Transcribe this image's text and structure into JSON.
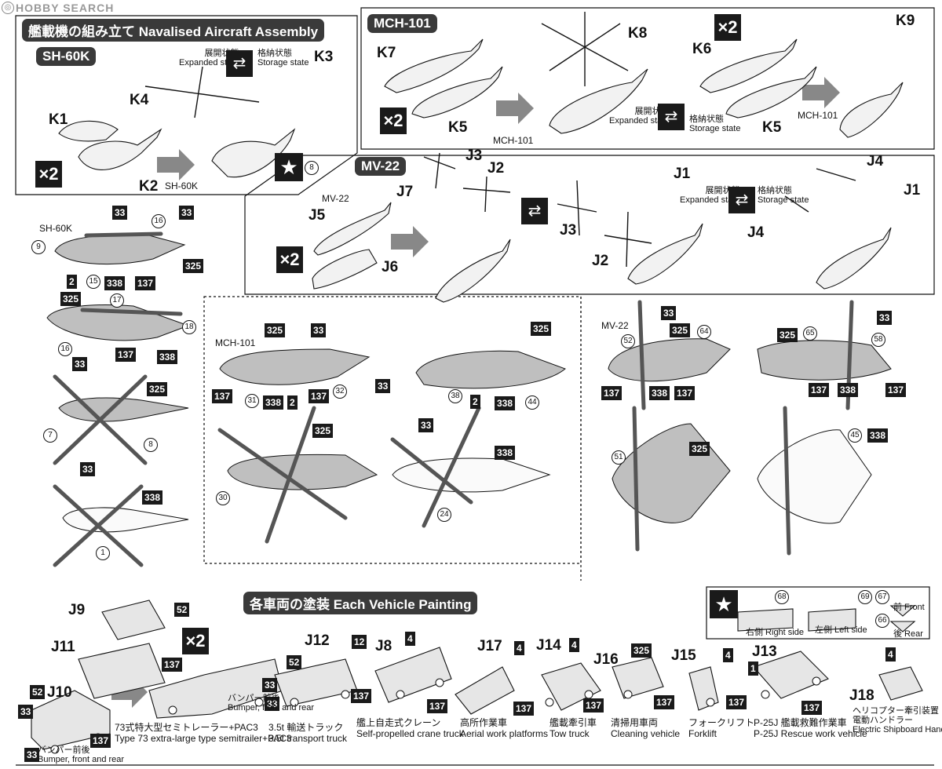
{
  "header": {
    "brand": "HOBBY SEARCH"
  },
  "sections": {
    "navalised": "艦載機の組み立て Navalised Aircraft Assembly",
    "sh60k": "SH-60K",
    "mch101": "MCH-101",
    "mv22": "MV-22",
    "vehicle": "各車両の塗装 Each Vehicle Painting"
  },
  "states": {
    "expanded_jp": "展開状態",
    "expanded_en": "Expanded state",
    "storage_jp": "格納状態",
    "storage_en": "Storage state"
  },
  "parts": {
    "k1": "K1",
    "k2": "K2",
    "k3": "K3",
    "k4": "K4",
    "k5": "K5",
    "k6": "K6",
    "k7": "K7",
    "k8": "K8",
    "k9": "K9",
    "j1": "J1",
    "j2": "J2",
    "j3": "J3",
    "j4": "J4",
    "j5": "J5",
    "j6": "J6",
    "j7": "J7",
    "j8": "J8",
    "j9": "J9",
    "j10": "J10",
    "j11": "J11",
    "j12": "J12",
    "j13": "J13",
    "j14": "J14",
    "j15": "J15",
    "j16": "J16",
    "j17": "J17",
    "j18": "J18"
  },
  "aircraft": {
    "sh60k": "SH-60K",
    "mch101": "MCH-101",
    "mv22": "MV-22"
  },
  "multiplier": "×2",
  "paint_codes": {
    "p2": "2",
    "p4": "4",
    "p1": "1",
    "p12": "12",
    "p33": "33",
    "p52": "52",
    "p137": "137",
    "p325": "325",
    "p338": "338"
  },
  "decal_numbers": {
    "d1": "1",
    "d7": "7",
    "d8": "8",
    "d9": "9",
    "d15": "15",
    "d16": "16",
    "d17": "17",
    "d18": "18",
    "d24": "24",
    "d30": "30",
    "d31": "31",
    "d32": "32",
    "d38": "38",
    "d44": "44",
    "d45": "45",
    "d51": "51",
    "d52": "52",
    "d58": "58",
    "d64": "64",
    "d65": "65",
    "d66": "66",
    "d67": "67",
    "d68": "68",
    "d69": "69"
  },
  "vehicles": {
    "semitrailer_jp": "73式特大型セミトレーラー+PAC3",
    "semitrailer_en": "Type 73 extra-large type semitrailer+PAC3",
    "truck_jp": "3.5t 輸送トラック",
    "truck_en": "3.5t transport truck",
    "crane_jp": "艦上自走式クレーン",
    "crane_en": "Self-propelled crane truck",
    "aerial_jp": "高所作業車",
    "aerial_en": "Aerial work platforms",
    "tow_jp": "艦載牽引車",
    "tow_en": "Tow truck",
    "cleaning_jp": "清掃用車両",
    "cleaning_en": "Cleaning vehicle",
    "forklift_jp": "フォークリフト",
    "forklift_en": "Forklift",
    "rescue_jp": "P-25J 艦載救難作業車",
    "rescue_en": "P-25J Rescue work vehicle",
    "handler_jp1": "ヘリコプター牽引装置",
    "handler_jp2": "電動ハンドラー",
    "handler_en": "Electric Shipboard Handler",
    "bumper_jp": "バンパー前後",
    "bumper_en": "Bumper, front and rear"
  },
  "legend": {
    "right_side": "右側 Right side",
    "left_side": "左側 Left side",
    "front": "前 Front",
    "rear": "後 Rear"
  },
  "colors": {
    "ink": "#111111",
    "panel": "#3a3a3a",
    "gray": "#888888",
    "light": "#bfbfbf",
    "fill": "#e6e6e6"
  }
}
